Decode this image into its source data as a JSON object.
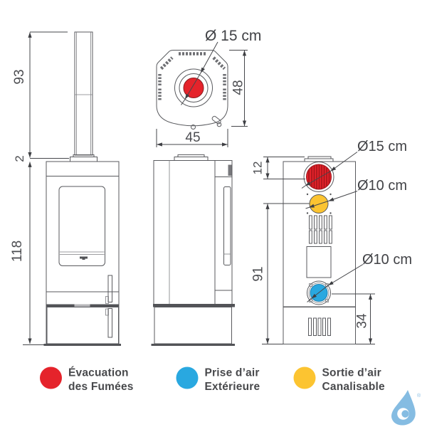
{
  "dims": {
    "chimney_height": "93",
    "collar_height": "2",
    "body_height": "118",
    "top_width": "45",
    "top_depth": "48",
    "flue_offset_top": "12",
    "flue_to_floor": "91",
    "air_inlet_to_floor": "34"
  },
  "diameters": {
    "top_flue": "Ø 15 cm",
    "back_flue": "Ø15 cm",
    "back_duct": "Ø10 cm",
    "back_air": "Ø10 cm"
  },
  "colors": {
    "flue_red": "#e5232b",
    "air_blue": "#29a8e0",
    "duct_yellow": "#fcc431",
    "logo_blue": "#85bce2"
  },
  "legend": {
    "items": [
      {
        "color": "#e5232b",
        "line1": "Évacuation",
        "line2": "des Fumées"
      },
      {
        "color": "#29a8e0",
        "line1": "Prise d’air",
        "line2": "Extérieure"
      },
      {
        "color": "#fcc431",
        "line1": "Sortie d’air",
        "line2": "Canalisable"
      }
    ]
  },
  "logo": {
    "registered": "®"
  }
}
